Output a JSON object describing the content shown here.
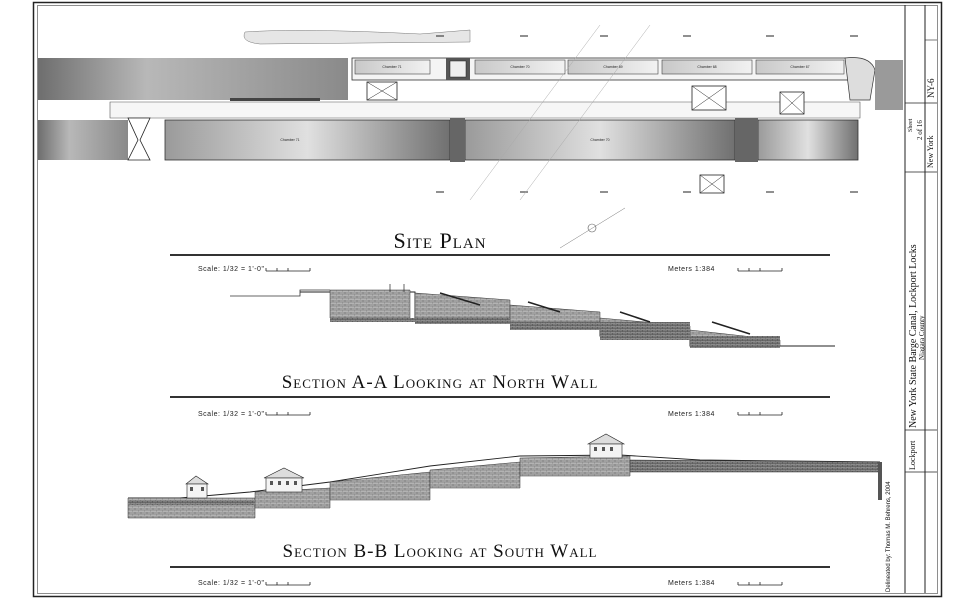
{
  "drawing": {
    "site_plan_title": "Site Plan",
    "section_a_title": "Section A-A Looking at North Wall",
    "section_b_title": "Section B-B Looking at South Wall",
    "scale_imperial": "Scale: 1/32 = 1'-0\"",
    "scale_metric": "Meters 1:384"
  },
  "chambers": {
    "upper": [
      "Chamber 71",
      "Chamber 70",
      "Chamber 69",
      "Chamber 68",
      "Chamber 67"
    ],
    "lower": [
      "Chamber 71",
      "Chamber 70"
    ]
  },
  "title_block": {
    "project": "New York State Barge Canal, Lockport Locks",
    "county": "Niagara County",
    "state": "New York",
    "city": "Lockport",
    "sheet_label": "Sheet",
    "sheet_number": "2 of 16",
    "survey_number": "NY-6",
    "delineator": "Delineated by: Thomas M. Behrens, 2004"
  },
  "colors": {
    "ink": "#222222",
    "water_dark": "#7a7a7a",
    "water_light": "#d8d8d8",
    "masonry": "#9a9a9a"
  }
}
